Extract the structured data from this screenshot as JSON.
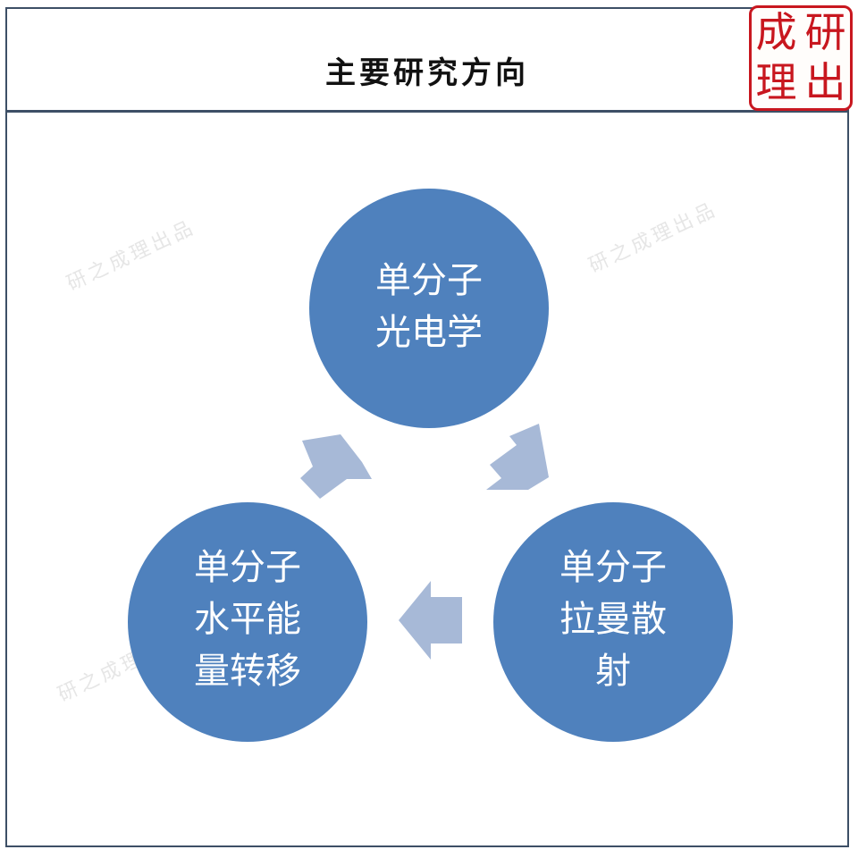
{
  "header": {
    "title": "主要研究方向"
  },
  "seal": {
    "chars": [
      "成",
      "研",
      "理",
      "出"
    ]
  },
  "watermark": {
    "text": "研之成理出品"
  },
  "colors": {
    "circle": "#4f81bd",
    "arrow": "#a7b9d7",
    "border": "#3d4f66",
    "seal": "#c8171f"
  },
  "diagram": {
    "nodes": [
      {
        "lines": [
          "单分子",
          "光电学"
        ]
      },
      {
        "lines": [
          "单分子",
          "拉曼散",
          "射"
        ]
      },
      {
        "lines": [
          "单分子",
          "水平能",
          "量转移"
        ]
      }
    ]
  }
}
